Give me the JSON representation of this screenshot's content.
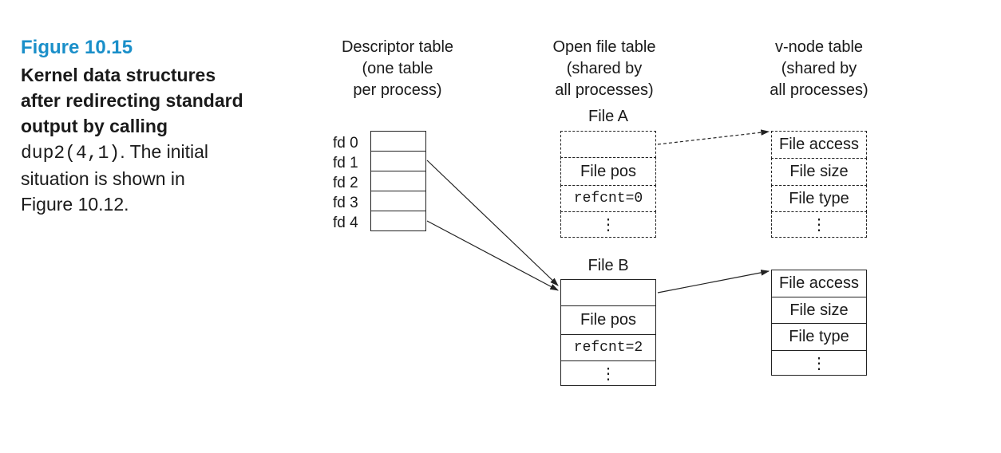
{
  "caption": {
    "figure_number": "Figure 10.15",
    "bold_lines": [
      "Kernel data structures",
      "after redirecting standard",
      "output by calling"
    ],
    "code": "dup2(4,1)",
    "after_code": ". The initial",
    "rest_lines": [
      "situation is shown in",
      "Figure 10.12."
    ]
  },
  "columns": {
    "descriptor": [
      "Descriptor table",
      "(one table",
      "per process)"
    ],
    "open_file": [
      "Open file table",
      "(shared by",
      "all processes)"
    ],
    "vnode": [
      "v-node table",
      "(shared by",
      "all processes)"
    ]
  },
  "descriptor_table": {
    "labels": [
      "fd 0",
      "fd 1",
      "fd 2",
      "fd 3",
      "fd 4"
    ]
  },
  "file_a": {
    "title": "File A",
    "file_pos": "File pos",
    "refcnt": "refcnt=0",
    "more": "⋮"
  },
  "file_b": {
    "title": "File B",
    "file_pos": "File pos",
    "refcnt": "refcnt=2",
    "more": "⋮"
  },
  "vnode_a": {
    "access": "File access",
    "size": "File size",
    "type": "File type",
    "more": "⋮"
  },
  "vnode_b": {
    "access": "File access",
    "size": "File size",
    "type": "File type",
    "more": "⋮"
  },
  "style": {
    "figure_number_color": "#1a8fc9"
  }
}
